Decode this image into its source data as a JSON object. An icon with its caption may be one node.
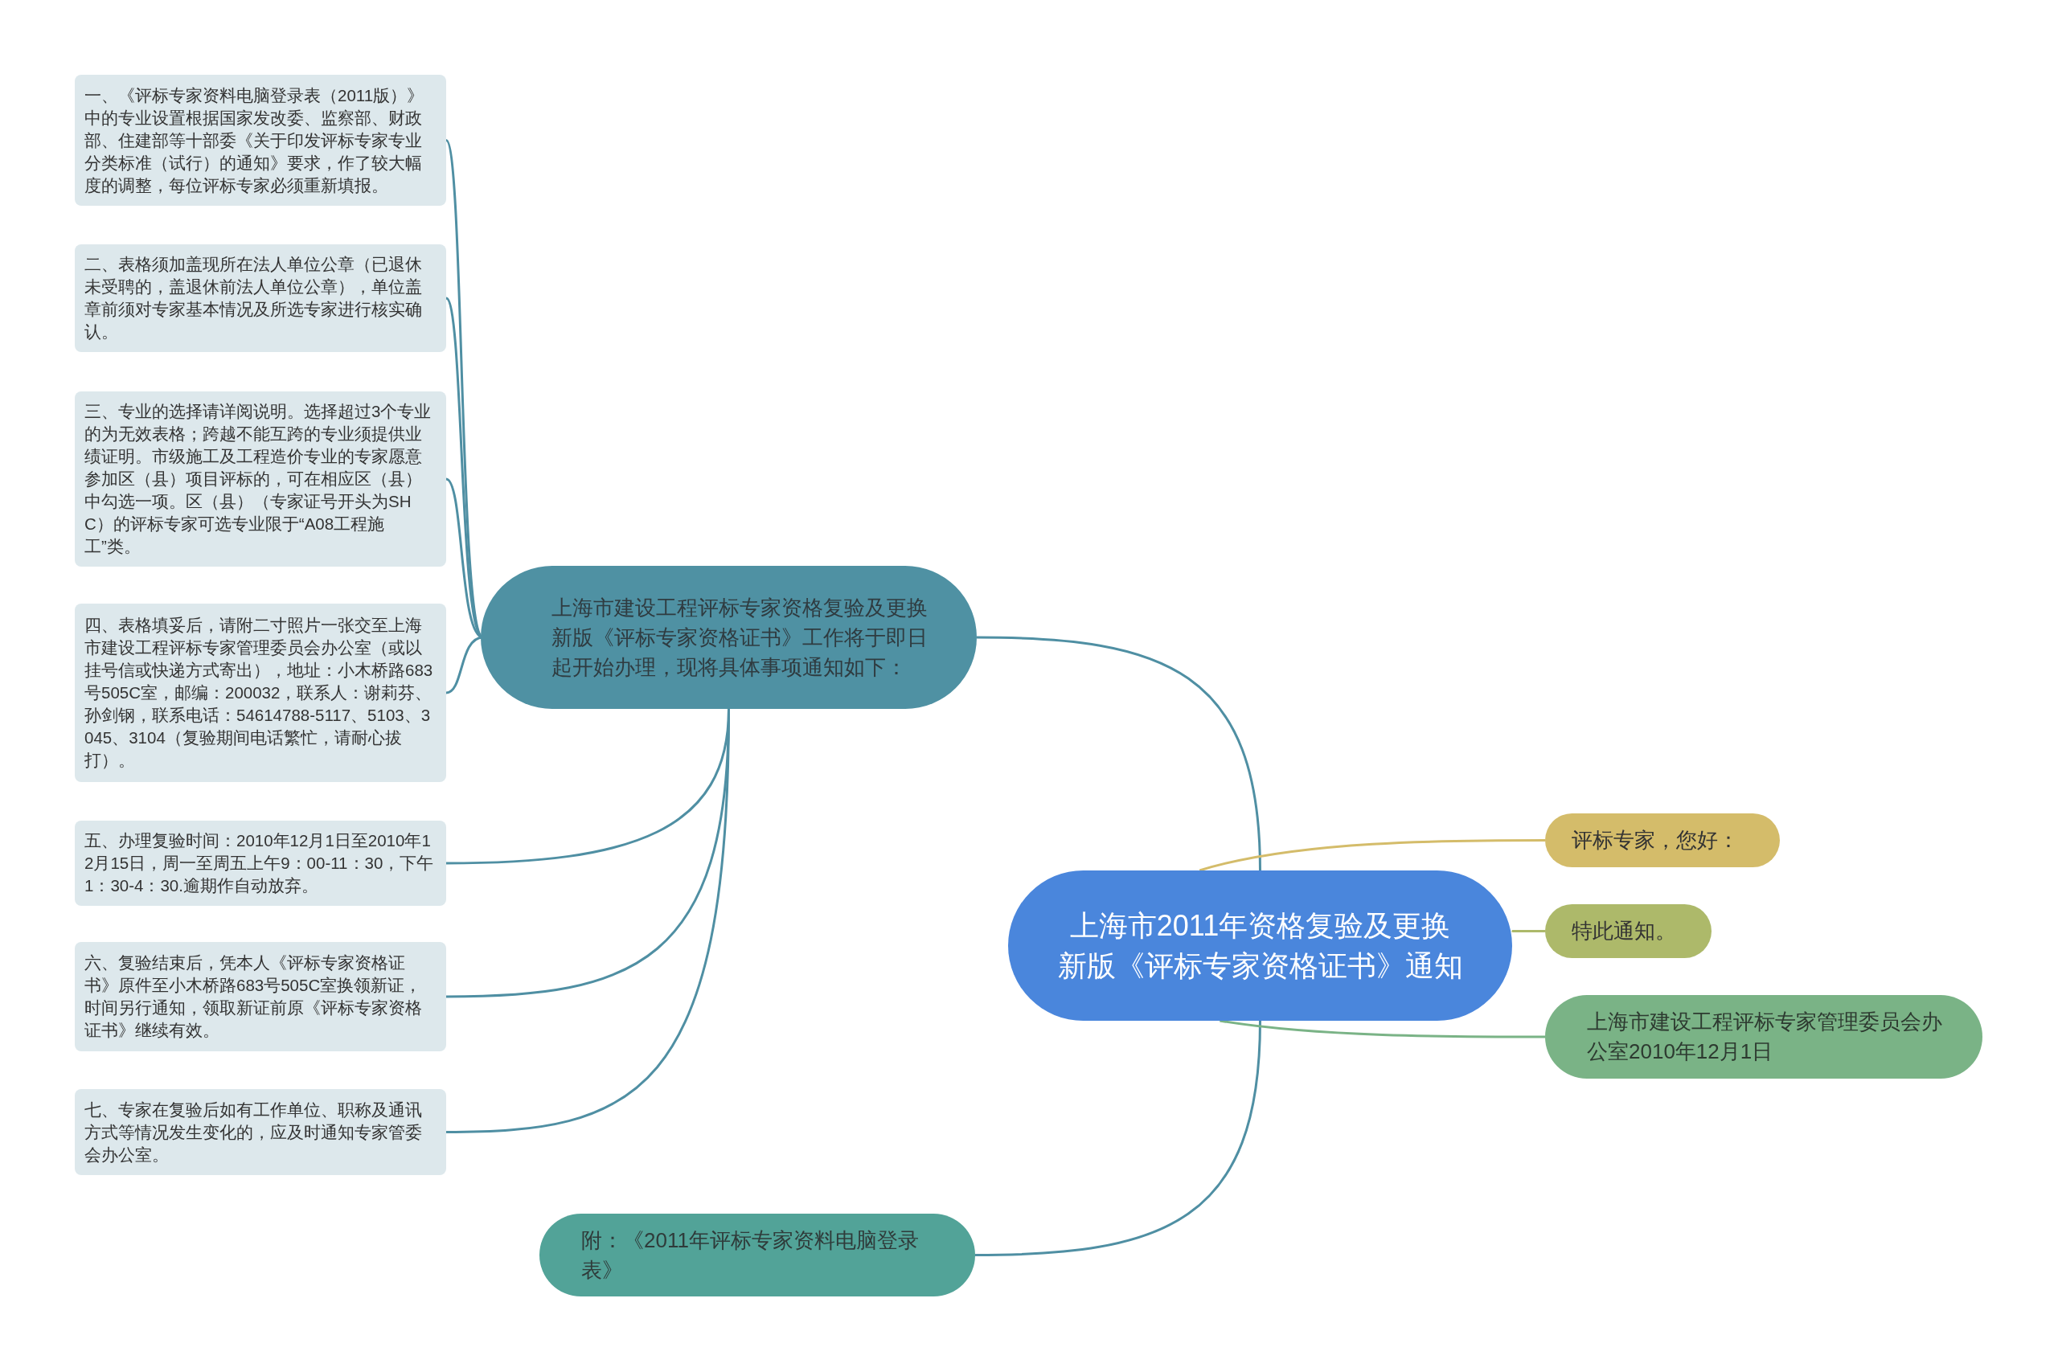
{
  "diagram": {
    "nodes": [
      {
        "text": [
          "上海市2011年资格复验及更换新版《评标专家资格证书》通知"
        ]
      },
      {
        "text": [
          "上海市建设工程评标专家资格复验及更换新版《评标专家资格证书》工作将于即日起开始办理，现将具体事项通知如下："
        ]
      },
      {
        "text": [
          "一、《评标专家资料电脑登录表（2011版）》中的专业设置根据国家发改委、监察部、财政部、住建部等十部委《关于印发评标专家专业分类标准（试行）的通知》要求，作了较大幅度的调整，每位评标专家必须重新填报。"
        ]
      },
      {
        "text": [
          "二、表格须加盖现所在法人单位公章（已退休未受聘的，盖退休前法人单位公章），单位盖章前须对专家基本情况及所选专家进行核实确认。"
        ]
      },
      {
        "text": [
          "三、专业的选择请详阅说明。选择超过3个专业的为无效表格；跨越不能互跨的专业须提供业绩证明。市级施工及工程造价专业的专家愿意参加区（县）项目评标的，可在相应区（县）中勾选一项。区（县）（专家证号开头为SHC）的评标专家可选专业限于“A08工程施工”类。"
        ]
      },
      {
        "text": [
          "四、表格填妥后，请附二寸照片一张交至上海市建设工程评标专家管理委员会办公室（或以挂号信或快递方式寄出），地址：小木桥路683号505C室，邮编：200032，联系人：谢莉芬、孙剑钢，联系电话：54614788-5117、5103、3045、3104（复验期间电话繁忙，请耐心拔打）。"
        ]
      },
      {
        "text": [
          "五、办理复验时间：2010年12月1日至2010年12月15日，周一至周五上午9：00-11：30，下午1：30-4：30.逾期作自动放弃。"
        ]
      },
      {
        "text": [
          "六、复验结束后，凭本人《评标专家资格证书》原件至小木桥路683号505C室换领新证，时间另行通知，领取新证前原《评标专家资格证书》继续有效。"
        ]
      },
      {
        "text": [
          "七、专家在复验后如有工作单位、职称及通讯方式等情况发生变化的，应及时通知专家管委会办公室。"
        ]
      },
      {
        "text": [
          "附：《2011年评标专家资料电脑登录表》"
        ]
      },
      {
        "text": [
          "评标专家，您好："
        ]
      },
      {
        "text": [
          "特此通知。"
        ]
      },
      {
        "text": [
          "上海市建设工程评标专家管理委员会办公室2010年12月1日"
        ]
      }
    ],
    "edges": [
      {
        "from": 0,
        "to": 1,
        "arrow": "none"
      },
      {
        "from": 1,
        "to": 2,
        "arrow": "none"
      },
      {
        "from": 1,
        "to": 3,
        "arrow": "none"
      },
      {
        "from": 1,
        "to": 4,
        "arrow": "none"
      },
      {
        "from": 1,
        "to": 5,
        "arrow": "none"
      },
      {
        "from": 1,
        "to": 6,
        "arrow": "none"
      },
      {
        "from": 1,
        "to": 7,
        "arrow": "none"
      },
      {
        "from": 1,
        "to": 8,
        "arrow": "none"
      },
      {
        "from": 0,
        "to": 9,
        "arrow": "none"
      },
      {
        "from": 0,
        "to": 10,
        "arrow": "none",
        "color": "#d4bc6a"
      },
      {
        "from": 0,
        "to": 11,
        "arrow": "none",
        "color": "#adb96a"
      },
      {
        "from": 0,
        "to": 12,
        "arrow": "none",
        "color": "#7ab386"
      }
    ]
  }
}
